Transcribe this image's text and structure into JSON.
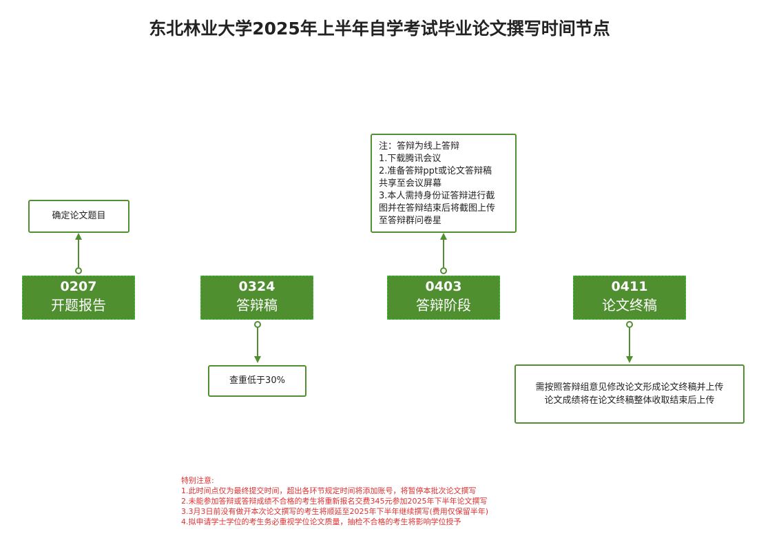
{
  "title": "东北林业大学2025年上半年自学考试毕业论文撰写时间节点",
  "nodes": [
    {
      "date": "0207",
      "label": "开题报告",
      "note": "确定论文题目"
    },
    {
      "date": "0324",
      "label": "答辩稿",
      "note": "查重低于30%"
    },
    {
      "date": "0403",
      "label": "答辩阶段",
      "note_lines": [
        "注：答辩为线上答辩",
        "1.下载腾讯会议",
        "2.准备答辩ppt或论文答辩稿",
        "共享至会议屏幕",
        "3.本人需持身份证答辩进行截",
        "图并在答辩结束后将截图上传",
        "至答辩群问卷星"
      ]
    },
    {
      "date": "0411",
      "label": "论文终稿",
      "note_lines": [
        "需按照答辩组意见修改论文形成论文终稿并上传",
        "论文成绩将在论文终稿整体收取结束后上传"
      ]
    }
  ],
  "notes": {
    "heading": "特别注意:",
    "lines": [
      "1.此时间点仅为最终提交时间，超出各环节规定时间将添加账号，将暂停本批次论文撰写",
      "2.未能参加答辩或答辩成绩不合格的考生将重新报名交费345元参加2025年下半年论文撰写",
      "3.3月3日前没有做开本次论文撰写的考生将顺延至2025年下半年继续撰写(费用仅保留半年)",
      "4.拟申请学士学位的考生务必重视学位论文质量，抽检不合格的考生将影响学位授予"
    ]
  },
  "colors": {
    "node": "#4f8f2f",
    "notes": "#e03030"
  }
}
